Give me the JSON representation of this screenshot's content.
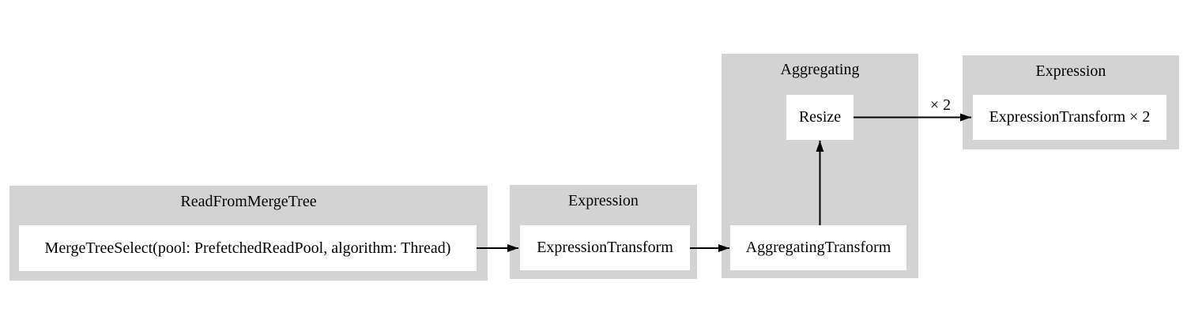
{
  "diagram": {
    "kind": "query-pipeline-graph",
    "colors": {
      "background": "#ffffff",
      "cluster_fill": "#d3d3d3",
      "node_fill": "#ffffff",
      "edge_color": "#000000",
      "text_color": "#000000"
    },
    "clusters": [
      {
        "title": "ReadFromMergeTree"
      },
      {
        "title": "Expression"
      },
      {
        "title": "Aggregating"
      },
      {
        "title": "Expression"
      }
    ],
    "nodes": [
      {
        "label": "MergeTreeSelect(pool: PrefetchedReadPool, algorithm: Thread)"
      },
      {
        "label": "ExpressionTransform"
      },
      {
        "label": "AggregatingTransform"
      },
      {
        "label": "Resize"
      },
      {
        "label": "ExpressionTransform × 2"
      }
    ],
    "edges": [
      {
        "from": "MergeTreeSelect(pool: PrefetchedReadPool, algorithm: Thread)",
        "to": "ExpressionTransform",
        "label": ""
      },
      {
        "from": "ExpressionTransform",
        "to": "AggregatingTransform",
        "label": ""
      },
      {
        "from": "AggregatingTransform",
        "to": "Resize",
        "label": ""
      },
      {
        "from": "Resize",
        "to": "ExpressionTransform × 2",
        "label": "× 2"
      }
    ]
  }
}
